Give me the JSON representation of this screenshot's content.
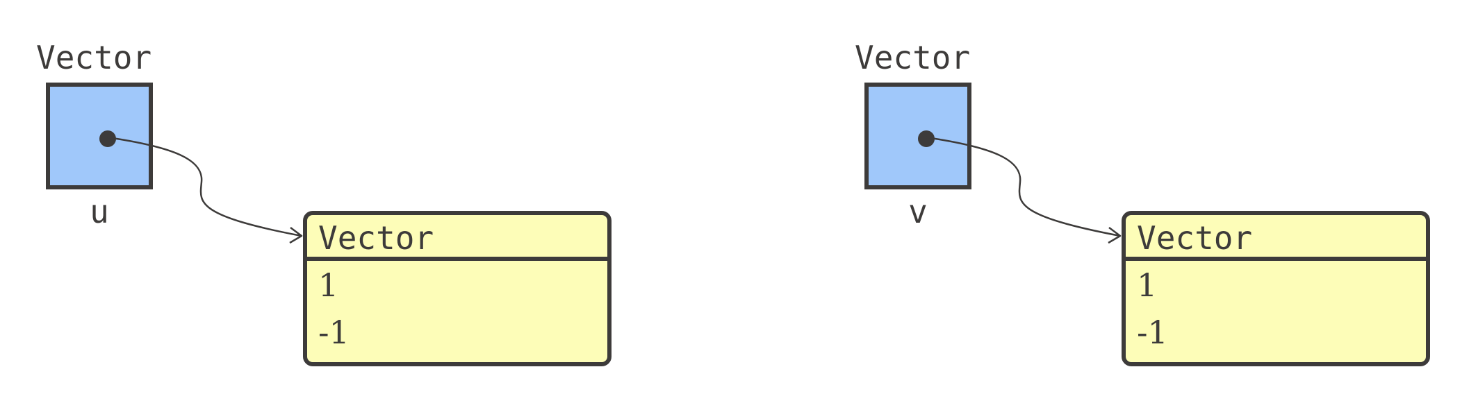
{
  "variables": [
    {
      "type_label": "Vector",
      "name": "u",
      "object": {
        "title": "Vector",
        "rows": [
          "1",
          "-1"
        ]
      }
    },
    {
      "type_label": "Vector",
      "name": "v",
      "object": {
        "title": "Vector",
        "rows": [
          "1",
          "-1"
        ]
      }
    }
  ],
  "colors": {
    "variable_fill": "#a0c8fa",
    "object_fill": "#fdfdb8",
    "stroke": "#3d3b3a"
  }
}
